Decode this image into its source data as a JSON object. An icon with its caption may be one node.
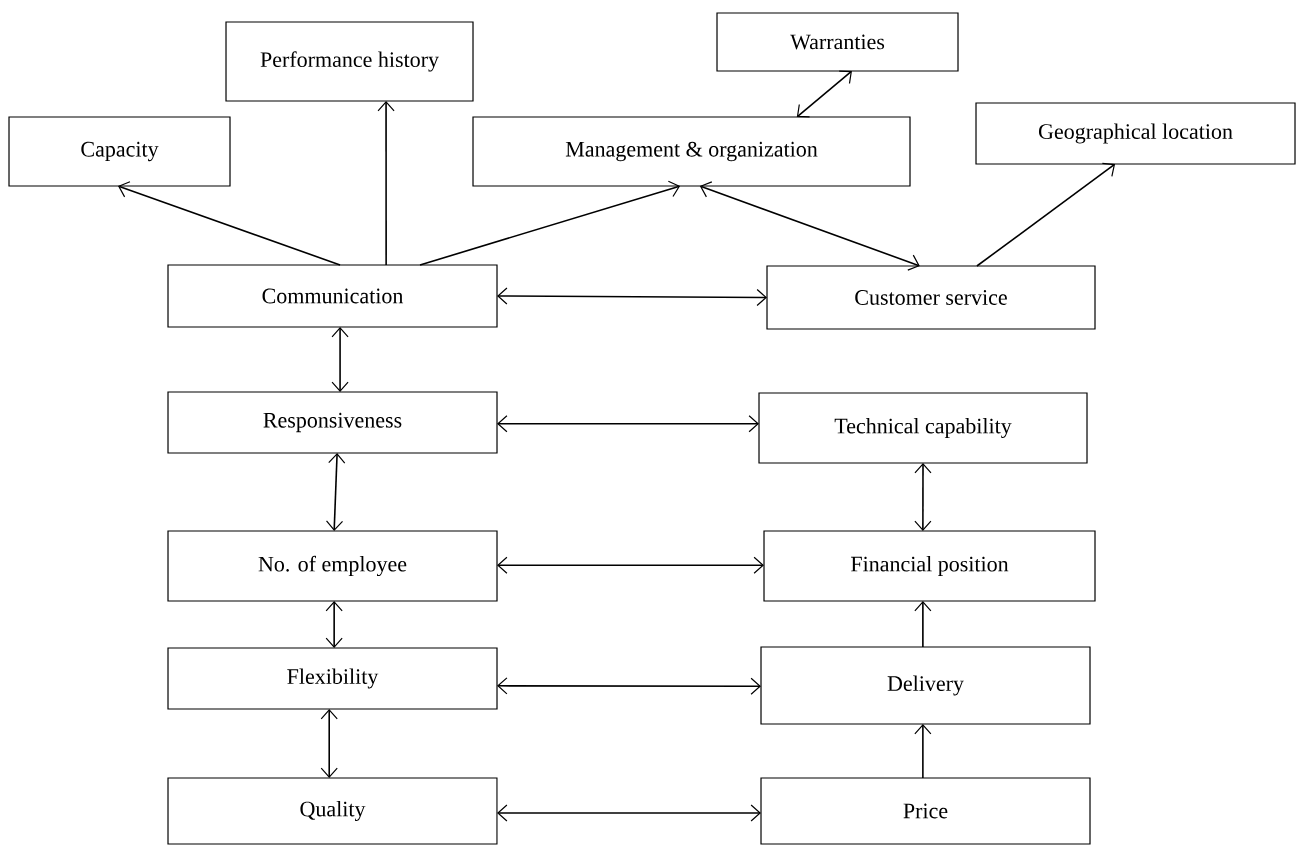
{
  "diagram": {
    "nodes": [
      {
        "text": [
          "Performance history"
        ]
      },
      {
        "text": [
          "Warranties"
        ]
      },
      {
        "text": [
          "Capacity"
        ]
      },
      {
        "text": [
          "Management & organization"
        ]
      },
      {
        "text": [
          "Geographical location"
        ]
      },
      {
        "text": [
          "Communication"
        ]
      },
      {
        "text": [
          "Customer service"
        ]
      },
      {
        "text": [
          "Responsiveness"
        ]
      },
      {
        "text": [
          "Technical capability"
        ]
      },
      {
        "text": [
          "No. of employee"
        ]
      },
      {
        "text": [
          "Financial position"
        ]
      },
      {
        "text": [
          "Flexibility"
        ]
      },
      {
        "text": [
          "Delivery"
        ]
      },
      {
        "text": [
          "Quality"
        ]
      },
      {
        "text": [
          "Price"
        ]
      }
    ],
    "edges": [
      {
        "from": 5,
        "to": 2,
        "arrow": "to"
      },
      {
        "from": 5,
        "to": 0,
        "arrow": "to"
      },
      {
        "from": 5,
        "to": 3,
        "arrow": "to"
      },
      {
        "from": 3,
        "to": 6,
        "arrow": "both"
      },
      {
        "from": 3,
        "to": 1,
        "arrow": "both"
      },
      {
        "from": 6,
        "to": 4,
        "arrow": "to"
      },
      {
        "from": 5,
        "to": 6,
        "arrow": "both"
      },
      {
        "from": 5,
        "to": 7,
        "arrow": "both"
      },
      {
        "from": 7,
        "to": 8,
        "arrow": "both"
      },
      {
        "from": 7,
        "to": 9,
        "arrow": "both"
      },
      {
        "from": 8,
        "to": 10,
        "arrow": "both"
      },
      {
        "from": 9,
        "to": 10,
        "arrow": "both"
      },
      {
        "from": 9,
        "to": 11,
        "arrow": "both"
      },
      {
        "from": 11,
        "to": 12,
        "arrow": "both"
      },
      {
        "from": 12,
        "to": 10,
        "arrow": "to"
      },
      {
        "from": 11,
        "to": 13,
        "arrow": "both"
      },
      {
        "from": 13,
        "to": 14,
        "arrow": "both"
      },
      {
        "from": 14,
        "to": 12,
        "arrow": "to"
      }
    ]
  }
}
